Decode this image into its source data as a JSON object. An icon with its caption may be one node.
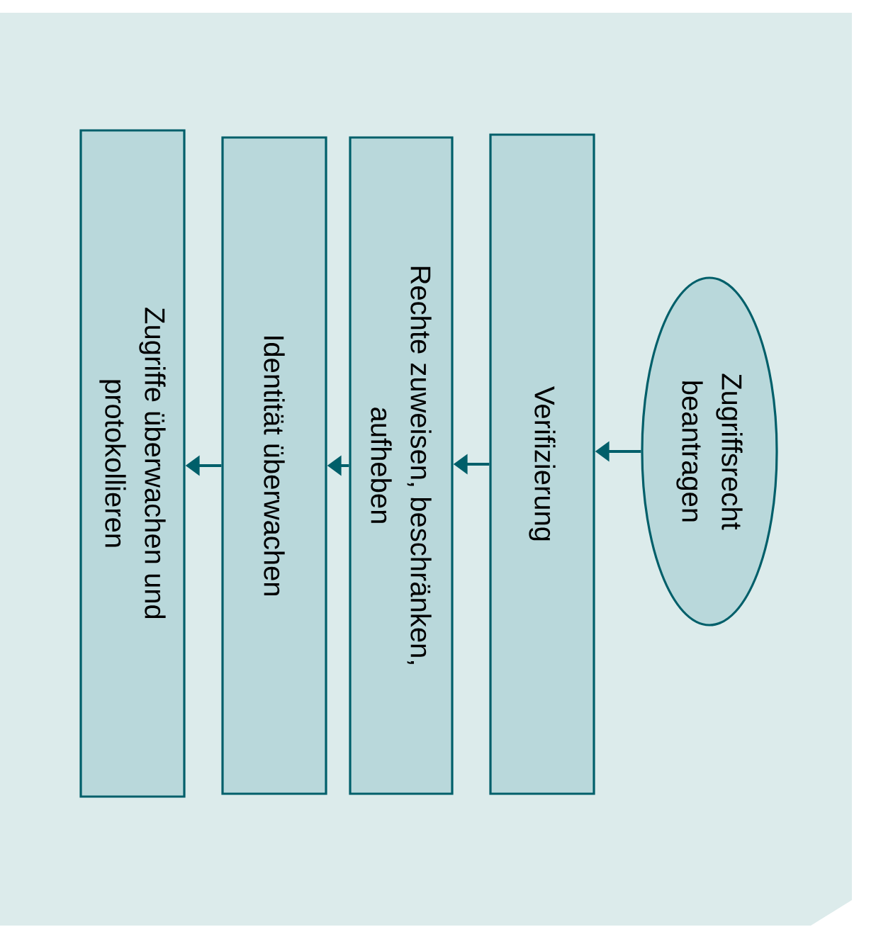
{
  "diagram": {
    "nodes": [
      {
        "text": [
          "Zugriffsrecht beantragen"
        ]
      },
      {
        "text": [
          "Verifizierung"
        ]
      },
      {
        "text": [
          "Rechte zuweisen, beschränken, aufheben"
        ]
      },
      {
        "text": [
          "Identität überwachen"
        ]
      },
      {
        "text": [
          "Zugriffe überwachen und protokollieren"
        ]
      }
    ],
    "edges": [
      {
        "from": 0,
        "to": 1,
        "arrow": "to"
      },
      {
        "from": 1,
        "to": 2,
        "arrow": "to"
      },
      {
        "from": 2,
        "to": 3,
        "arrow": "to"
      },
      {
        "from": 3,
        "to": 4,
        "arrow": "to"
      }
    ]
  }
}
